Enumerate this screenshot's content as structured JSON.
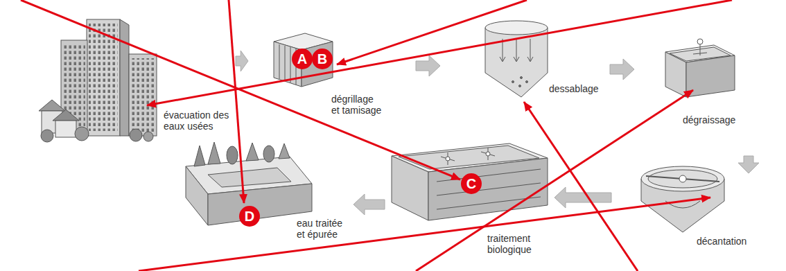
{
  "diagram": {
    "nodes": [
      {
        "text": [
          "évacuation des eaux usées"
        ]
      },
      {
        "text": [
          "dégrillage et tamisage"
        ]
      },
      {
        "text": [
          "dessablage"
        ]
      },
      {
        "text": [
          "dégraissage"
        ]
      },
      {
        "text": [
          "décantation"
        ]
      },
      {
        "text": [
          "traitement biologique"
        ]
      },
      {
        "text": [
          "eau traitée et épurée"
        ]
      }
    ],
    "edges": [
      {
        "from": 0,
        "to": 1,
        "arrow": "to"
      },
      {
        "from": 1,
        "to": 2,
        "arrow": "to"
      },
      {
        "from": 2,
        "to": 3,
        "arrow": "to"
      },
      {
        "from": 3,
        "to": 4,
        "arrow": "to"
      },
      {
        "from": 4,
        "to": 5,
        "arrow": "to"
      },
      {
        "from": 5,
        "to": 6,
        "arrow": "to"
      }
    ],
    "labels": [
      "A",
      "B",
      "C",
      "D"
    ]
  }
}
